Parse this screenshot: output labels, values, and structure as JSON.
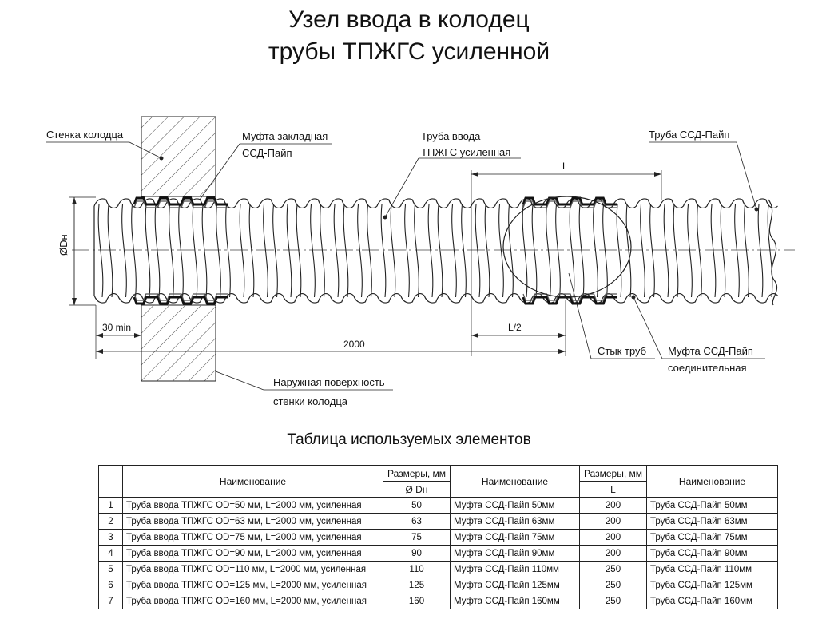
{
  "title": {
    "line1": "Узел ввода в колодец",
    "line2": "трубы ТПЖГС усиленной"
  },
  "labels": {
    "well_wall": "Стенка колодца",
    "embedded_coupling_1": "Муфта закладная",
    "embedded_coupling_2": "ССД-Пайп",
    "inlet_pipe_1": "Труба ввода",
    "inlet_pipe_2": "ТПЖГС усиленная",
    "ssd_pipe": "Труба ССД-Пайп",
    "diameter": "ØDн",
    "dim_L": "L",
    "dim_L2": "L/2",
    "dim_30": "30 min",
    "dim_2000": "2000",
    "pipe_joint": "Стык труб",
    "connecting_coupling_1": "Муфта ССД-Пайп",
    "connecting_coupling_2": "соединительная",
    "outer_surface_1": "Наружная поверхность",
    "outer_surface_2": "стенки колодца"
  },
  "table": {
    "caption": "Таблица используемых элементов",
    "headers": {
      "name": "Наименование",
      "sizes_mm_1": "Размеры, мм",
      "diameter": "Ø Dн",
      "sizes_mm_2": "Размеры, мм",
      "length": "L"
    },
    "rows": [
      {
        "num": "1",
        "pipe": "Труба ввода ТПЖГС OD=50 мм, L=2000 мм, усиленная",
        "d": "50",
        "coupling": "Муфта ССД-Пайп 50мм",
        "l": "200",
        "ssd": "Труба ССД-Пайп 50мм"
      },
      {
        "num": "2",
        "pipe": "Труба ввода ТПЖГС OD=63 мм, L=2000 мм, усиленная",
        "d": "63",
        "coupling": "Муфта ССД-Пайп 63мм",
        "l": "200",
        "ssd": "Труба ССД-Пайп 63мм"
      },
      {
        "num": "3",
        "pipe": "Труба ввода ТПЖГС OD=75 мм, L=2000 мм, усиленная",
        "d": "75",
        "coupling": "Муфта ССД-Пайп 75мм",
        "l": "200",
        "ssd": "Труба ССД-Пайп 75мм"
      },
      {
        "num": "4",
        "pipe": "Труба ввода ТПЖГС OD=90 мм, L=2000 мм, усиленная",
        "d": "90",
        "coupling": "Муфта ССД-Пайп 90мм",
        "l": "200",
        "ssd": "Труба ССД-Пайп 90мм"
      },
      {
        "num": "5",
        "pipe": "Труба ввода ТПЖГС OD=110 мм, L=2000 мм, усиленная",
        "d": "110",
        "coupling": "Муфта ССД-Пайп 110мм",
        "l": "250",
        "ssd": "Труба ССД-Пайп 110мм"
      },
      {
        "num": "6",
        "pipe": "Труба ввода ТПЖГС OD=125 мм, L=2000 мм, усиленная",
        "d": "125",
        "coupling": "Муфта ССД-Пайп 125мм",
        "l": "250",
        "ssd": "Труба ССД-Пайп 125мм"
      },
      {
        "num": "7",
        "pipe": "Труба ввода ТПЖГС OD=160 мм, L=2000 мм, усиленная",
        "d": "160",
        "coupling": "Муфта ССД-Пайп 160мм",
        "l": "250",
        "ssd": "Труба ССД-Пайп 160мм"
      }
    ]
  }
}
